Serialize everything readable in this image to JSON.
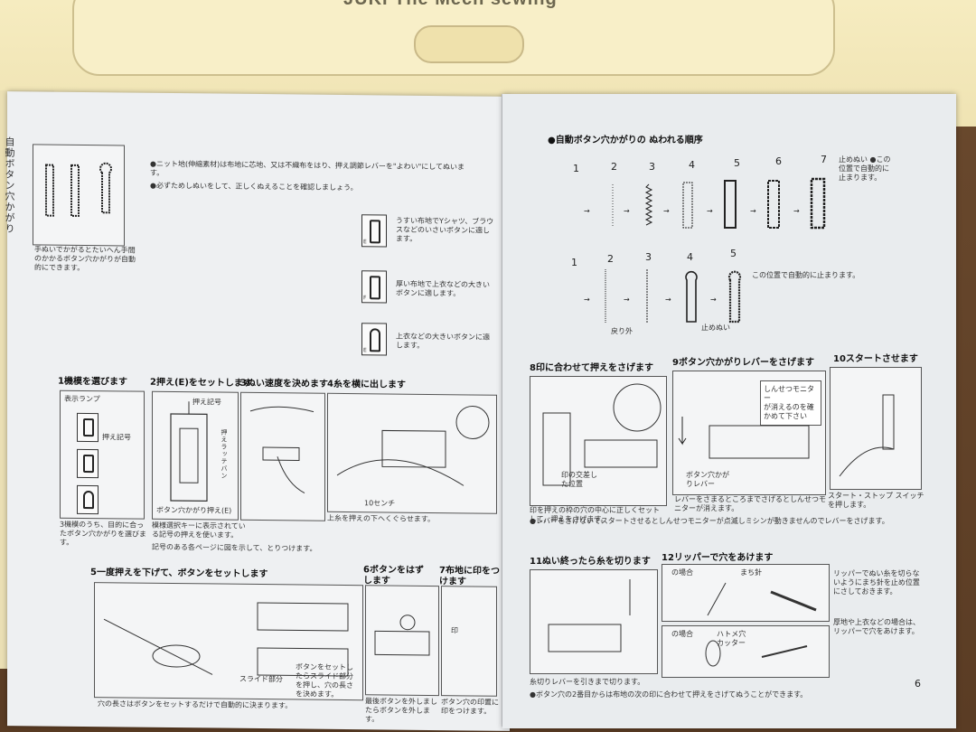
{
  "machine": {
    "logo": "JUKI The Mech sewing"
  },
  "left_page": {
    "vertical_title": "自動ボタン穴かがり",
    "sample_caption": "手ぬいでかがるとたいへん手間のかかるボタン穴かがりが自動的にできます。",
    "notes": [
      "●ニット地(伸縮素材)は布地に芯地、又は不織布をはり、押え調節レバーを\"よわい\"にしてぬいます。",
      "●必ずためしぬいをして、正しくぬえることを確認しましょう。"
    ],
    "foot_types": [
      {
        "letter": "E",
        "text": "うすい布地でYシャツ、ブラウスなどのいさいボタンに適します。"
      },
      {
        "letter": "F",
        "text": "厚い布地で上衣などの大きいボタンに適します。"
      },
      {
        "letter": "E",
        "text": "上衣などの大きいボタンに適します。"
      }
    ],
    "steps": [
      {
        "label": "1機模を選びます",
        "callouts": [
          "表示ランプ",
          "押え記号"
        ],
        "caption": "3機模のうち、目的に合ったボタン穴かがりを選びます。"
      },
      {
        "label": "2押え(E)をセットします",
        "callouts": [
          "押え記号",
          "押えラッテバン",
          "ボタン穴かがり押え(E)"
        ],
        "caption": "模様選択キーに表示されている記号の押えを使います。"
      },
      {
        "label": "3ぬい速度を決めます",
        "callouts": [],
        "caption": ""
      },
      {
        "label": "4糸を横に出します",
        "callouts": [
          "10センチ"
        ],
        "caption": "上糸を押えの下へくぐらせます。"
      },
      {
        "label": "5一度押えを下げて、ボタンをセットします",
        "callouts": [
          "スライド部分",
          "ボタンをセットしたらスライド部分を押し、穴の長さを決めます。"
        ],
        "caption": "穴の長さはボタンをセットするだけで自動的に決まります。"
      },
      {
        "label": "6ボタンをはずします",
        "callouts": [],
        "caption": "最後ボタンを外しましたらボタンを外します。"
      },
      {
        "label": "7布地に印をつけます",
        "callouts": [
          "印"
        ],
        "caption": "ボタン穴の印置に印をつけます。"
      }
    ],
    "footnote": "記号のある各ページに図を示して、とりつけます。"
  },
  "right_page": {
    "heading": "●自動ボタン穴かがりの ぬわれる順序",
    "row1_numbers": [
      "1",
      "2",
      "3",
      "4",
      "5",
      "6",
      "7"
    ],
    "row1_note": "止めぬい ●この位置で自動的に止まります。",
    "row2_numbers": [
      "1",
      "2",
      "3",
      "4",
      "5"
    ],
    "row2_note": "この位置で自動的に止まります。",
    "row2_labels": [
      "戻り外",
      "止めぬい"
    ],
    "steps": [
      {
        "label": "8印に合わせて押えをさげます",
        "callouts": [
          "印の交差した位置"
        ],
        "caption": "印を押えの枠の穴の中心に正しくセットして、押えをさげます。"
      },
      {
        "label": "9ボタン穴かがりレバーをさげます",
        "callouts": [
          "しんせつモニター",
          "が消えるのを確かめて下さい",
          "ボタン穴かがりレバー"
        ],
        "caption": "レバーをさまるところまでさげるとしんせつモニターが消えます。"
      },
      {
        "label": "10スタートさせます",
        "callouts": [],
        "caption": "スタート・ストップ スイッチを押します。"
      },
      {
        "label": "11ぬい終ったら糸を切ります",
        "callouts": [],
        "caption": "糸切りレバーを引きまで切ります。"
      },
      {
        "label": "12リッパーで穴をあけます",
        "callouts": [
          "の場合",
          "まち針",
          "の場合",
          "ハトメ穴カッター"
        ],
        "caption": ""
      }
    ],
    "warning": "●レバーをさげないでスタートさせるとしんせつモニターが点滅しミシンが動きませんのでレバーをさげます。",
    "side_notes": [
      "リッパーでぬい糸を切らないようにまち針を止め位置にさしておきます。",
      "厚地や上衣などの場合は、リッパーで穴をあけます。"
    ],
    "bottom_note": "●ボタン穴の2番目からは布地の次の印に合わせて押えをさげてぬうことができます。",
    "page_number": "6"
  }
}
